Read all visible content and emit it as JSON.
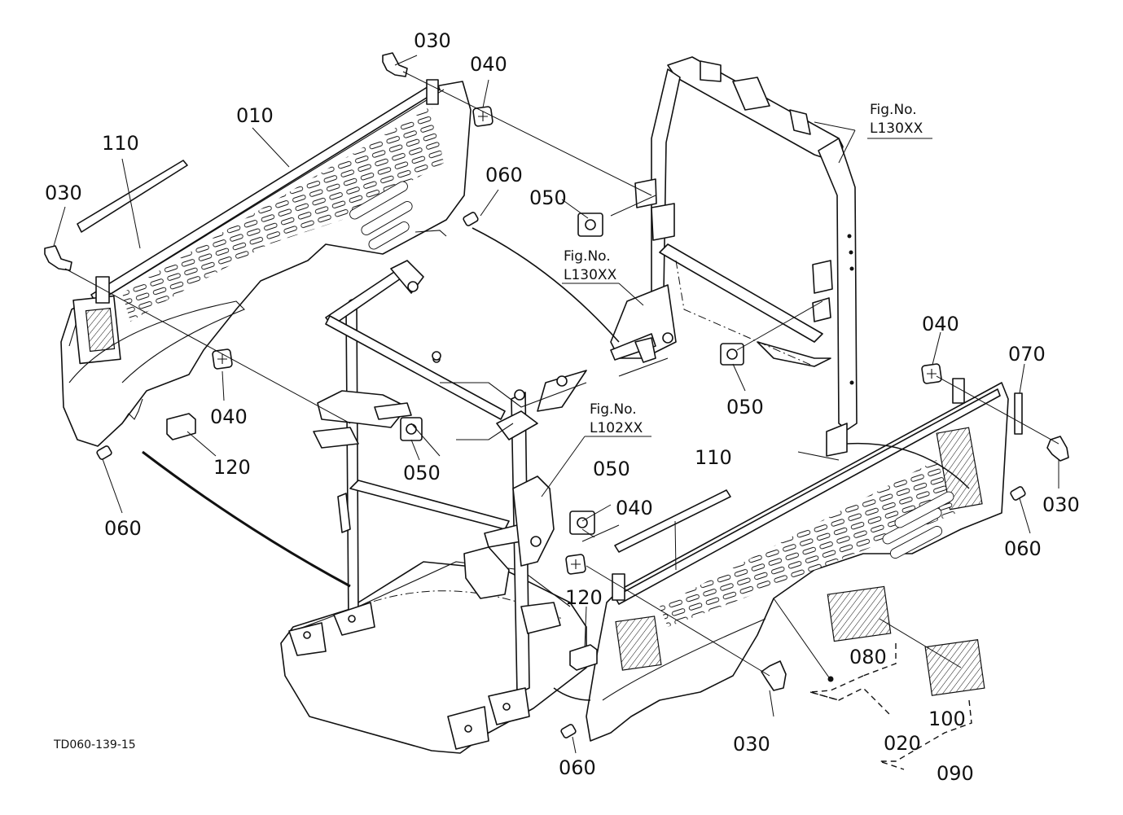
{
  "drawing_id": "TD060-139-15",
  "fig_refs": {
    "label": "Fig.No.",
    "top_right": "L130XX",
    "middle": "L130XX",
    "lower": "L102XX"
  },
  "callouts": {
    "c010": "010",
    "c020": "020",
    "c030_top": "030",
    "c030_left": "030",
    "c030_right": "030",
    "c030_bottom": "030",
    "c040_top": "040",
    "c040_left": "040",
    "c040_right": "040",
    "c040_mid": "040",
    "c050_a": "050",
    "c050_b": "050",
    "c050_c": "050",
    "c050_d": "050",
    "c060_top": "060",
    "c060_left": "060",
    "c060_right": "060",
    "c060_bottom": "060",
    "c070": "070",
    "c080": "080",
    "c090": "090",
    "c100": "100",
    "c110_left": "110",
    "c110_right": "110",
    "c120_left": "120",
    "c120_right": "120"
  }
}
